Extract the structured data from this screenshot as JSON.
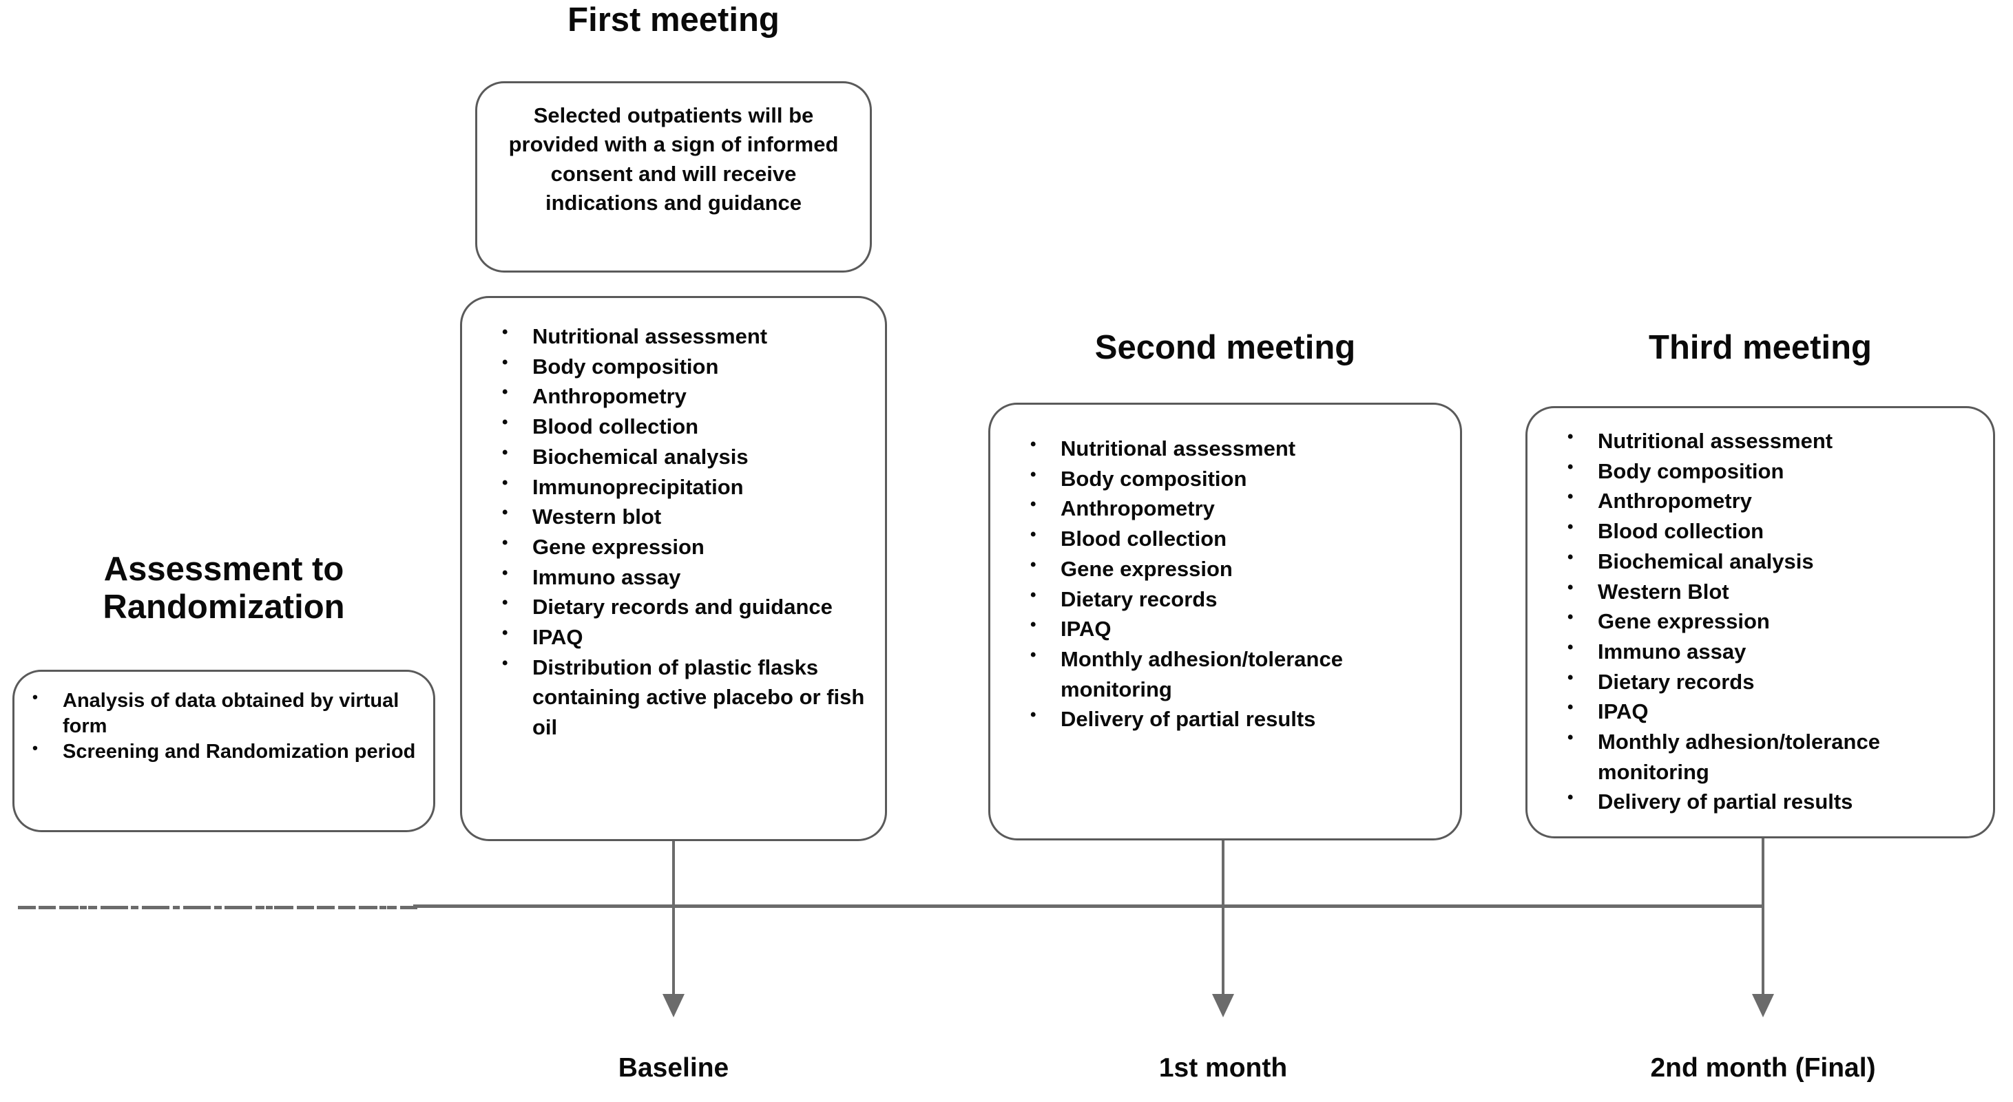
{
  "diagram": {
    "title_first_meeting": "First meeting",
    "title_second_meeting": "Second meeting",
    "title_third_meeting": "Third meeting",
    "title_assessment": "Assessment to Randomization",
    "consent_text": "Selected outpatients will be provided with a sign of informed consent and will receive indications and guidance",
    "assessment_items": [
      "Analysis of data obtained by virtual form",
      "Screening and Randomization period"
    ],
    "first_meeting_items": [
      "Nutritional assessment",
      "Body composition",
      "Anthropometry",
      "Blood collection",
      "Biochemical analysis",
      "Immunoprecipitation",
      "Western blot",
      "Gene expression",
      "Immuno assay",
      "Dietary records and guidance",
      "IPAQ",
      "Distribution of plastic flasks containing active placebo or fish oil"
    ],
    "second_meeting_items": [
      "Nutritional assessment",
      "Body composition",
      "Anthropometry",
      "Blood collection",
      "Gene expression",
      "Dietary records",
      "IPAQ",
      "Monthly adhesion/tolerance monitoring",
      "Delivery of partial results"
    ],
    "third_meeting_items": [
      "Nutritional assessment",
      "Body composition",
      "Anthropometry",
      "Blood collection",
      "Biochemical analysis",
      "Western Blot",
      "Gene expression",
      "Immuno assay",
      "Dietary records",
      "IPAQ",
      "Monthly adhesion/tolerance monitoring",
      "Delivery of partial results"
    ],
    "timeline_labels": {
      "baseline": "Baseline",
      "first_month": "1st month",
      "second_month": "2nd month (Final)"
    },
    "colors": {
      "box_border": "#5a5a5a",
      "timeline": "#6b6b6b",
      "text": "#0a0a0a",
      "background": "#ffffff"
    }
  }
}
